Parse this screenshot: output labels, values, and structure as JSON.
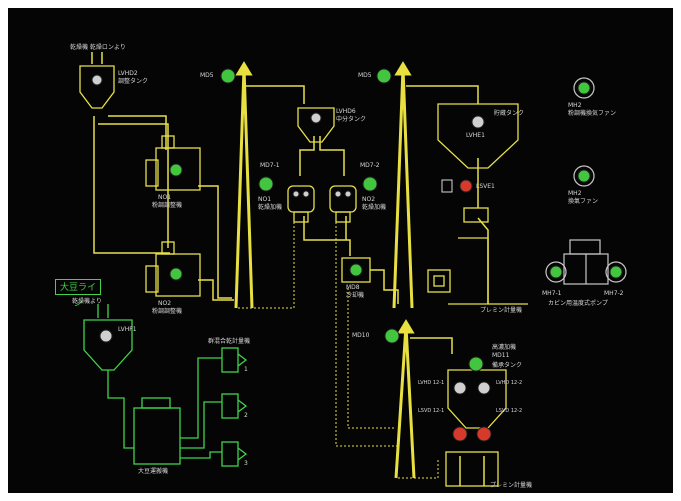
{
  "colors": {
    "background": "#050505",
    "yellow_line": "#e6e04a",
    "green_line": "#3fd44a",
    "indicator_green": "#43c63f",
    "indicator_red": "#d63a2a",
    "indicator_gray": "#d0d0d0"
  },
  "labels": {
    "dry_feed_top": "乾燥機 乾燥ロンより",
    "lvhd2": "LVHD2",
    "lvhd2_desc": "調整タンク",
    "md5_left": "MD5",
    "md5_mid": "MD5",
    "no1_grain_dev": "NO1",
    "no1_grain_desc": "粉調調整機",
    "no2_grain_dev": "NO2",
    "no2_grain_desc": "粉調調整機",
    "lvhd6": "LVHD6",
    "lvhd6_desc": "中分タンク",
    "md7_1": "MD7-1",
    "md7_2": "MD7-2",
    "no1_dev": "NO1",
    "no1_dev_desc": "乾燥加機",
    "no2_dev": "NO2",
    "no2_dev_desc": "乾燥加機",
    "md8": "MD8",
    "md8_desc": "冷却機",
    "storage_tank": "貯蔵タンク",
    "lvhe1": "LVHE1",
    "lsve1": "LSVE1",
    "premix_scale_top": "プレミン計量機",
    "mh2_a": "MH2",
    "mh2_a_desc": "粉調機換気ファン",
    "mh2_b": "MH2",
    "mh2_b_desc": "換氣ファン",
    "mh7_1": "MH7-1",
    "mh7_2": "MH7-2",
    "mh7_desc": "カビン用温度式ポンプ",
    "soy_line": "大豆ライン",
    "dry_feed_bottom": "乾燥機より",
    "lvhf1": "LVHF1",
    "batch_scale": "群混合乾計量機",
    "batch_1": "1",
    "batch_2": "2",
    "batch_3": "3",
    "soy_conveyor": "大豆運搬機",
    "md10": "MD10",
    "md11_a": "高濃加機",
    "md11_b": "MD11",
    "md11_c": "備承タンク",
    "lvhd12_1": "LVHD 12-1",
    "lvhd12_2": "LVHD 12-2",
    "lsvd12_1": "LSVD 12-1",
    "lsvd12_2": "LSVD 12-2",
    "premix_scale_bottom": "プレミン計量機"
  }
}
